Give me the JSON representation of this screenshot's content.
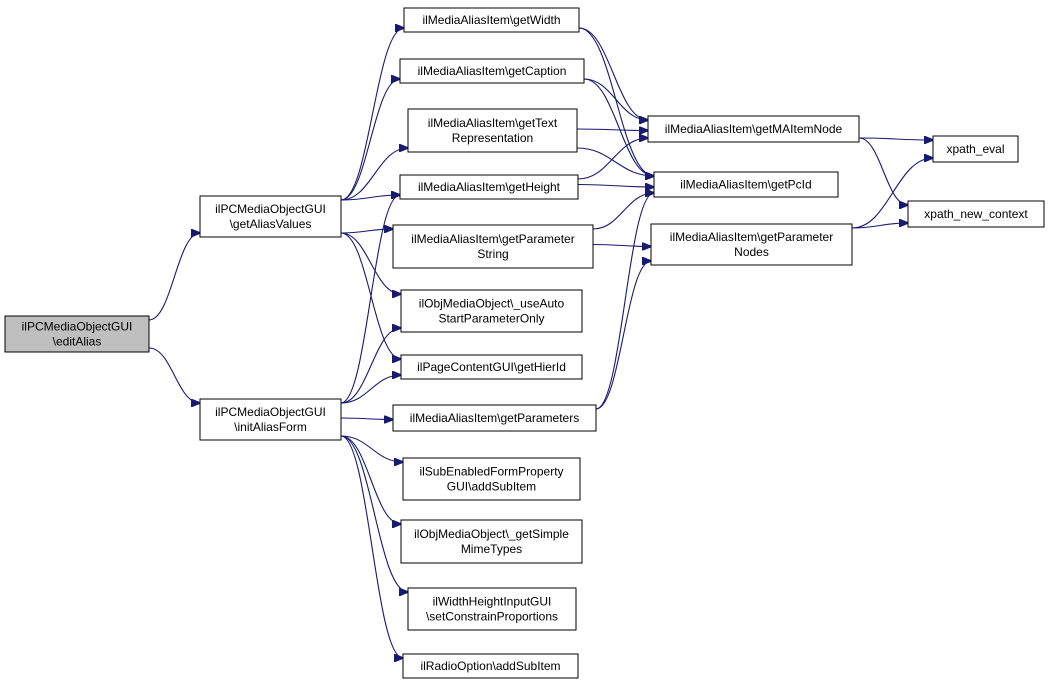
{
  "colors": {
    "edge": "#191970",
    "node_fill": "#ffffff",
    "root_fill": "#bfbfbf",
    "node_border": "#000000",
    "text": "#000000"
  },
  "nodes": [
    {
      "id": "editAlias",
      "lines": [
        "ilPCMediaObjectGUI",
        "\\editAlias"
      ],
      "root": true
    },
    {
      "id": "getAliasValues",
      "lines": [
        "ilPCMediaObjectGUI",
        "\\getAliasValues"
      ]
    },
    {
      "id": "initAliasForm",
      "lines": [
        "ilPCMediaObjectGUI",
        "\\initAliasForm"
      ]
    },
    {
      "id": "getWidth",
      "lines": [
        "ilMediaAliasItem\\getWidth"
      ]
    },
    {
      "id": "getCaption",
      "lines": [
        "ilMediaAliasItem\\getCaption"
      ]
    },
    {
      "id": "getTextRepresentation",
      "lines": [
        "ilMediaAliasItem\\getText",
        "Representation"
      ]
    },
    {
      "id": "getHeight",
      "lines": [
        "ilMediaAliasItem\\getHeight"
      ]
    },
    {
      "id": "getParameterString",
      "lines": [
        "ilMediaAliasItem\\getParameter",
        "String"
      ]
    },
    {
      "id": "useAutoStart",
      "lines": [
        "ilObjMediaObject\\_useAuto",
        "StartParameterOnly"
      ]
    },
    {
      "id": "getHierId",
      "lines": [
        "ilPageContentGUI\\getHierId"
      ]
    },
    {
      "id": "getParameters",
      "lines": [
        "ilMediaAliasItem\\getParameters"
      ]
    },
    {
      "id": "addSubItemSub",
      "lines": [
        "ilSubEnabledFormProperty",
        "GUI\\addSubItem"
      ]
    },
    {
      "id": "getSimpleMimeTypes",
      "lines": [
        "ilObjMediaObject\\_getSimple",
        "MimeTypes"
      ]
    },
    {
      "id": "setConstrainProportions",
      "lines": [
        "ilWidthHeightInputGUI",
        "\\setConstrainProportions"
      ]
    },
    {
      "id": "radioAddSubItem",
      "lines": [
        "ilRadioOption\\addSubItem"
      ]
    },
    {
      "id": "getMAItemNode",
      "lines": [
        "ilMediaAliasItem\\getMAItemNode"
      ]
    },
    {
      "id": "getPcId",
      "lines": [
        "ilMediaAliasItem\\getPcId"
      ]
    },
    {
      "id": "getParameterNodes",
      "lines": [
        "ilMediaAliasItem\\getParameter",
        "Nodes"
      ]
    },
    {
      "id": "xpath_eval",
      "lines": [
        "xpath_eval"
      ]
    },
    {
      "id": "xpath_new_context",
      "lines": [
        "xpath_new_context"
      ]
    }
  ],
  "edges": [
    [
      "editAlias",
      "getAliasValues"
    ],
    [
      "editAlias",
      "initAliasForm"
    ],
    [
      "getAliasValues",
      "getWidth"
    ],
    [
      "getAliasValues",
      "getCaption"
    ],
    [
      "getAliasValues",
      "getTextRepresentation"
    ],
    [
      "getAliasValues",
      "getHeight"
    ],
    [
      "getAliasValues",
      "getParameterString"
    ],
    [
      "getAliasValues",
      "useAutoStart"
    ],
    [
      "getAliasValues",
      "getHierId"
    ],
    [
      "initAliasForm",
      "getHeight"
    ],
    [
      "initAliasForm",
      "useAutoStart"
    ],
    [
      "initAliasForm",
      "getHierId"
    ],
    [
      "initAliasForm",
      "getParameters"
    ],
    [
      "initAliasForm",
      "addSubItemSub"
    ],
    [
      "initAliasForm",
      "getSimpleMimeTypes"
    ],
    [
      "initAliasForm",
      "setConstrainProportions"
    ],
    [
      "initAliasForm",
      "radioAddSubItem"
    ],
    [
      "getWidth",
      "getMAItemNode"
    ],
    [
      "getWidth",
      "getPcId"
    ],
    [
      "getCaption",
      "getMAItemNode"
    ],
    [
      "getCaption",
      "getPcId"
    ],
    [
      "getTextRepresentation",
      "getMAItemNode"
    ],
    [
      "getTextRepresentation",
      "getPcId"
    ],
    [
      "getHeight",
      "getMAItemNode"
    ],
    [
      "getHeight",
      "getPcId"
    ],
    [
      "getParameterString",
      "getPcId"
    ],
    [
      "getParameterString",
      "getParameterNodes"
    ],
    [
      "getParameters",
      "getPcId"
    ],
    [
      "getParameters",
      "getParameterNodes"
    ],
    [
      "getMAItemNode",
      "xpath_eval"
    ],
    [
      "getMAItemNode",
      "xpath_new_context"
    ],
    [
      "getParameterNodes",
      "xpath_eval"
    ],
    [
      "getParameterNodes",
      "xpath_new_context"
    ]
  ]
}
